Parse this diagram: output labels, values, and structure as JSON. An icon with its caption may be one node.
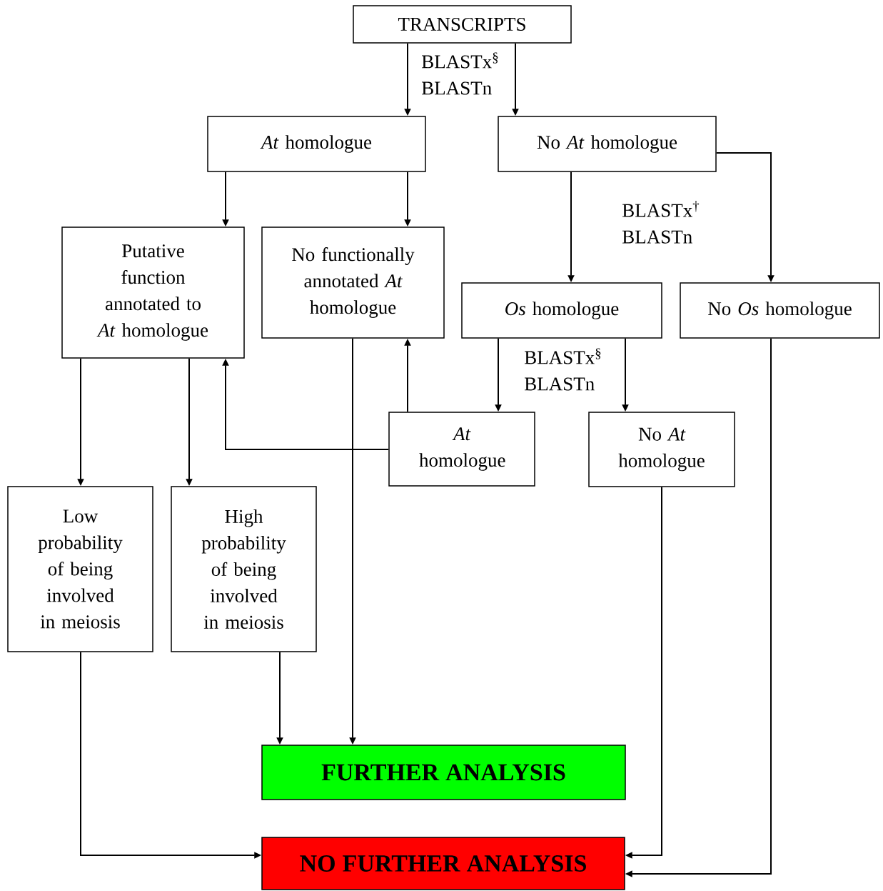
{
  "diagram": {
    "nodes": [
      {
        "text": [
          "TRANSCRIPTS"
        ]
      },
      {
        "text": [
          "*At* homologue"
        ]
      },
      {
        "text": [
          "No *At* homologue"
        ]
      },
      {
        "text": [
          "Putative function annotated to *At* homologue"
        ]
      },
      {
        "text": [
          "No functionally annotated *At* homologue"
        ]
      },
      {
        "text": [
          "*Os* homologue"
        ]
      },
      {
        "text": [
          "No *Os* homologue"
        ]
      },
      {
        "text": [
          "*At* homologue"
        ]
      },
      {
        "text": [
          "No *At* homologue"
        ]
      },
      {
        "text": [
          "Low probability of being involved in meiosis"
        ]
      },
      {
        "text": [
          "High probability of being involved in meiosis"
        ]
      },
      {
        "text": [
          "FURTHER ANALYSIS"
        ]
      },
      {
        "text": [
          "NO FURTHER ANALYSIS"
        ]
      }
    ],
    "edges": [
      {
        "from": 0,
        "to": 1,
        "arrow": "to"
      },
      {
        "from": 0,
        "to": 2,
        "arrow": "to"
      },
      {
        "from": 1,
        "to": 3,
        "arrow": "to"
      },
      {
        "from": 1,
        "to": 4,
        "arrow": "to"
      },
      {
        "from": 2,
        "to": 5,
        "arrow": "to"
      },
      {
        "from": 2,
        "to": 6,
        "arrow": "to"
      },
      {
        "from": 3,
        "to": 9,
        "arrow": "to"
      },
      {
        "from": 3,
        "to": 10,
        "arrow": "to"
      },
      {
        "from": 5,
        "to": 7,
        "arrow": "to"
      },
      {
        "from": 5,
        "to": 8,
        "arrow": "to"
      },
      {
        "from": 7,
        "to": 4,
        "arrow": "to"
      },
      {
        "from": 7,
        "to": 3,
        "arrow": "to"
      },
      {
        "from": 4,
        "to": 11,
        "arrow": "to"
      },
      {
        "from": 10,
        "to": 11,
        "arrow": "to"
      },
      {
        "from": 9,
        "to": 12,
        "arrow": "to"
      },
      {
        "from": 8,
        "to": 12,
        "arrow": "to"
      },
      {
        "from": 6,
        "to": 12,
        "arrow": "to"
      }
    ],
    "labels": [
      "BLASTx$^{§}$ BLASTn",
      "BLASTx$^{†}$ BLASTn",
      "BLASTx$^{§}$ BLASTn"
    ]
  }
}
